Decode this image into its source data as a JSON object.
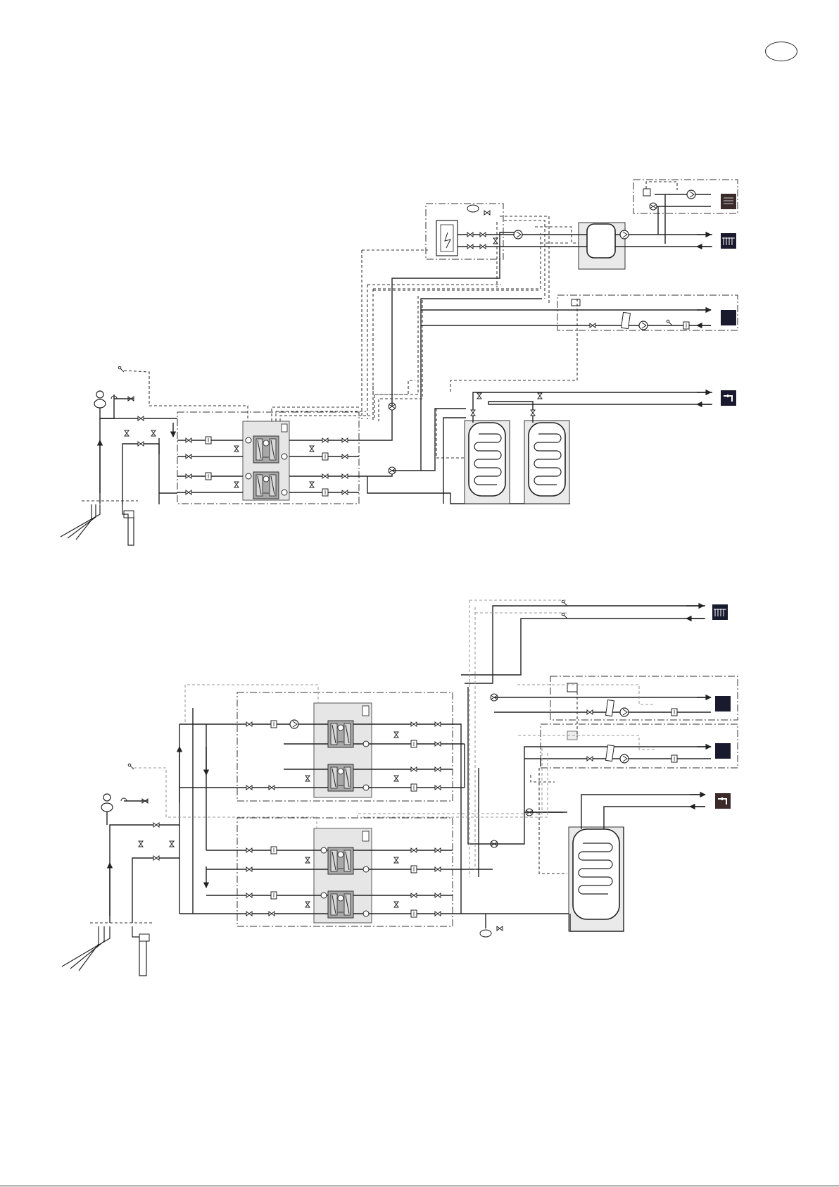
{
  "page": {
    "language_badge": "",
    "diagrams": [
      {
        "id": "upper",
        "heat_pump_modules": 2,
        "water_heaters": 2
      },
      {
        "id": "lower",
        "heat_pump_modules": 4,
        "water_heaters": 1
      }
    ]
  },
  "icons": {
    "heating_circuit": "radiator-icon",
    "pool_or_underfloor": "dark-square-icon",
    "hot_water_tap": "tap-icon",
    "brine_source": "ground-collector-icon",
    "bore_hole": "borehole-icon",
    "expansion_vessel": "expansion-vessel-icon"
  },
  "colors": {
    "pipe": "#222222",
    "control_wiring": "#333333",
    "secondary_wiring": "#9a9a9a",
    "module_fill": "#e6e6e6",
    "terminal_fill": "#1a1a2e"
  }
}
